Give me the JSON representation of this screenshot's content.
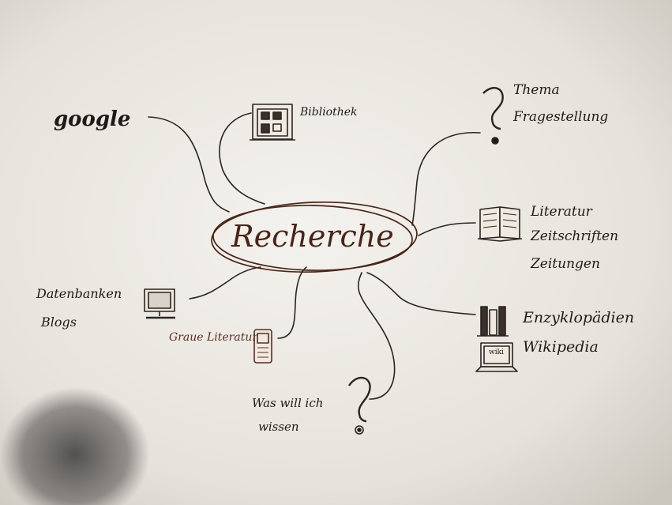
{
  "diagram": {
    "center": "Recherche",
    "nodes": {
      "google": "google",
      "bibliothek": "Bibliothek",
      "thema": [
        "Thema",
        "Fragestellung"
      ],
      "literatur": [
        "Literatur",
        "Zeitschriften",
        "Zeitungen"
      ],
      "enzyklopaedien": [
        "Enzyklopädien",
        "Wikipedia"
      ],
      "datenbanken": [
        "Datenbanken",
        "Blogs"
      ],
      "graue_literatur": "Graue Literatur",
      "was_will_ich": [
        "Was will ich",
        "wissen"
      ]
    },
    "icons": {
      "wiki_screen_text": "wiki",
      "library": "library-building-icon",
      "question_mark": "question-mark-icon",
      "book": "open-book-icon",
      "shelf": "bookshelf-icon",
      "laptop": "laptop-icon",
      "monitor": "computer-monitor-icon",
      "phone": "phone-icon"
    },
    "colors": {
      "paper": "#e9e6e0",
      "ink": "#1e1a18",
      "brown_ink": "#5a2e1e"
    }
  }
}
